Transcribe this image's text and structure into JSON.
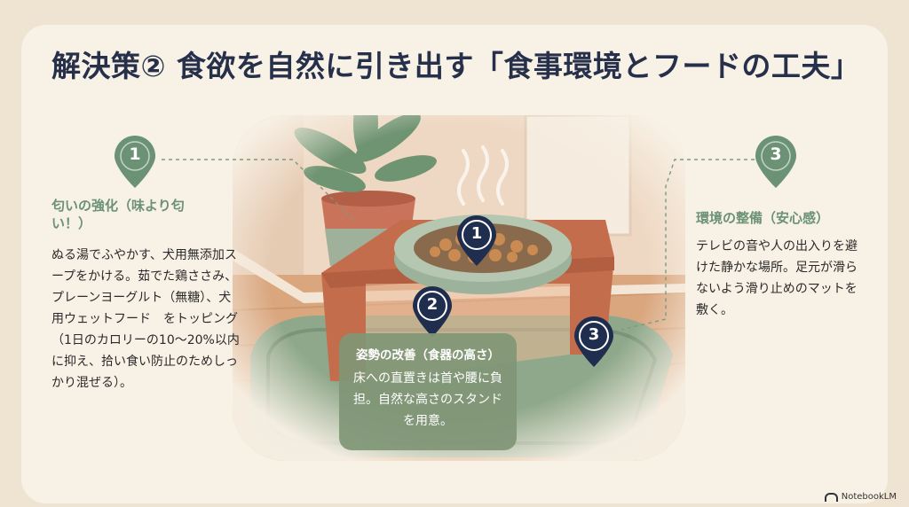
{
  "title": "解決策② 食欲を自然に引き出す「食事環境とフードの工夫」",
  "sections": [
    {
      "number": "1",
      "heading": "匂いの強化（味より匂い！）",
      "body": "ぬる湯でふやかす、犬用無添加スープをかける。茹でた鶏ささみ、プレーンヨーグルト（無糖）、犬用ウェットフード　をトッピング（1日のカロリーの10〜20%以内に抑え、拾い食い防止のためしっかり混ぜる）。"
    },
    {
      "number": "2",
      "heading": "姿勢の改善（食器の高さ）",
      "body": "床への直置きは首や腰に負担。自然な高さのスタンドを用意。"
    },
    {
      "number": "3",
      "heading": "環境の整備（安心感）",
      "body": "テレビの音や人の出入りを避けた静かな場所。足元が滑らないよう滑り止めのマットを敷く。"
    }
  ],
  "brand": "NotebookLM",
  "colors": {
    "background": "#efe3d2",
    "card": "#f8f1e6",
    "title": "#26304a",
    "accent_green": "#6b9275",
    "pin_dark": "#1f2d4f",
    "callout_box": "#80967a"
  }
}
